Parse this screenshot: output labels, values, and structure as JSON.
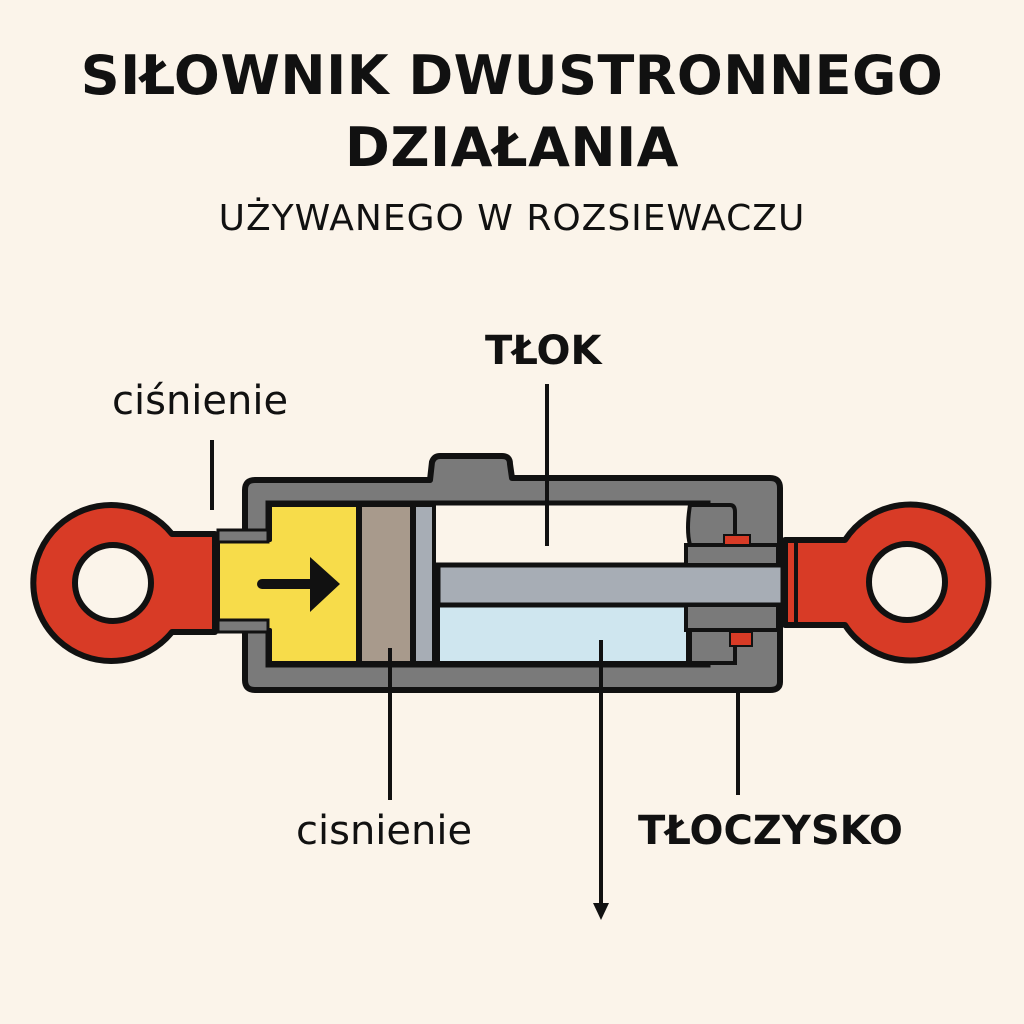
{
  "title": {
    "line1": "SIŁOWNIK DWUSTRONNEGO",
    "line2": "DZIAŁANIA",
    "subtitle": "UŻYWANEGO W ROZSIEWACZU"
  },
  "labels": {
    "pressure_top": "ciśnienie",
    "piston": "TŁOK",
    "pressure_bottom": "cisnienie",
    "piston_rod": "TŁOCZYSKO"
  },
  "colors": {
    "background": "#fbf4ea",
    "housing": "#7a7a7a",
    "eye_mount": "#d83b26",
    "pressure_chamber": "#f7dc4a",
    "piston": "#a89a8c",
    "rod": "#a7adb5",
    "rod_chamber": "#cfe6ef",
    "outline": "#111111"
  }
}
